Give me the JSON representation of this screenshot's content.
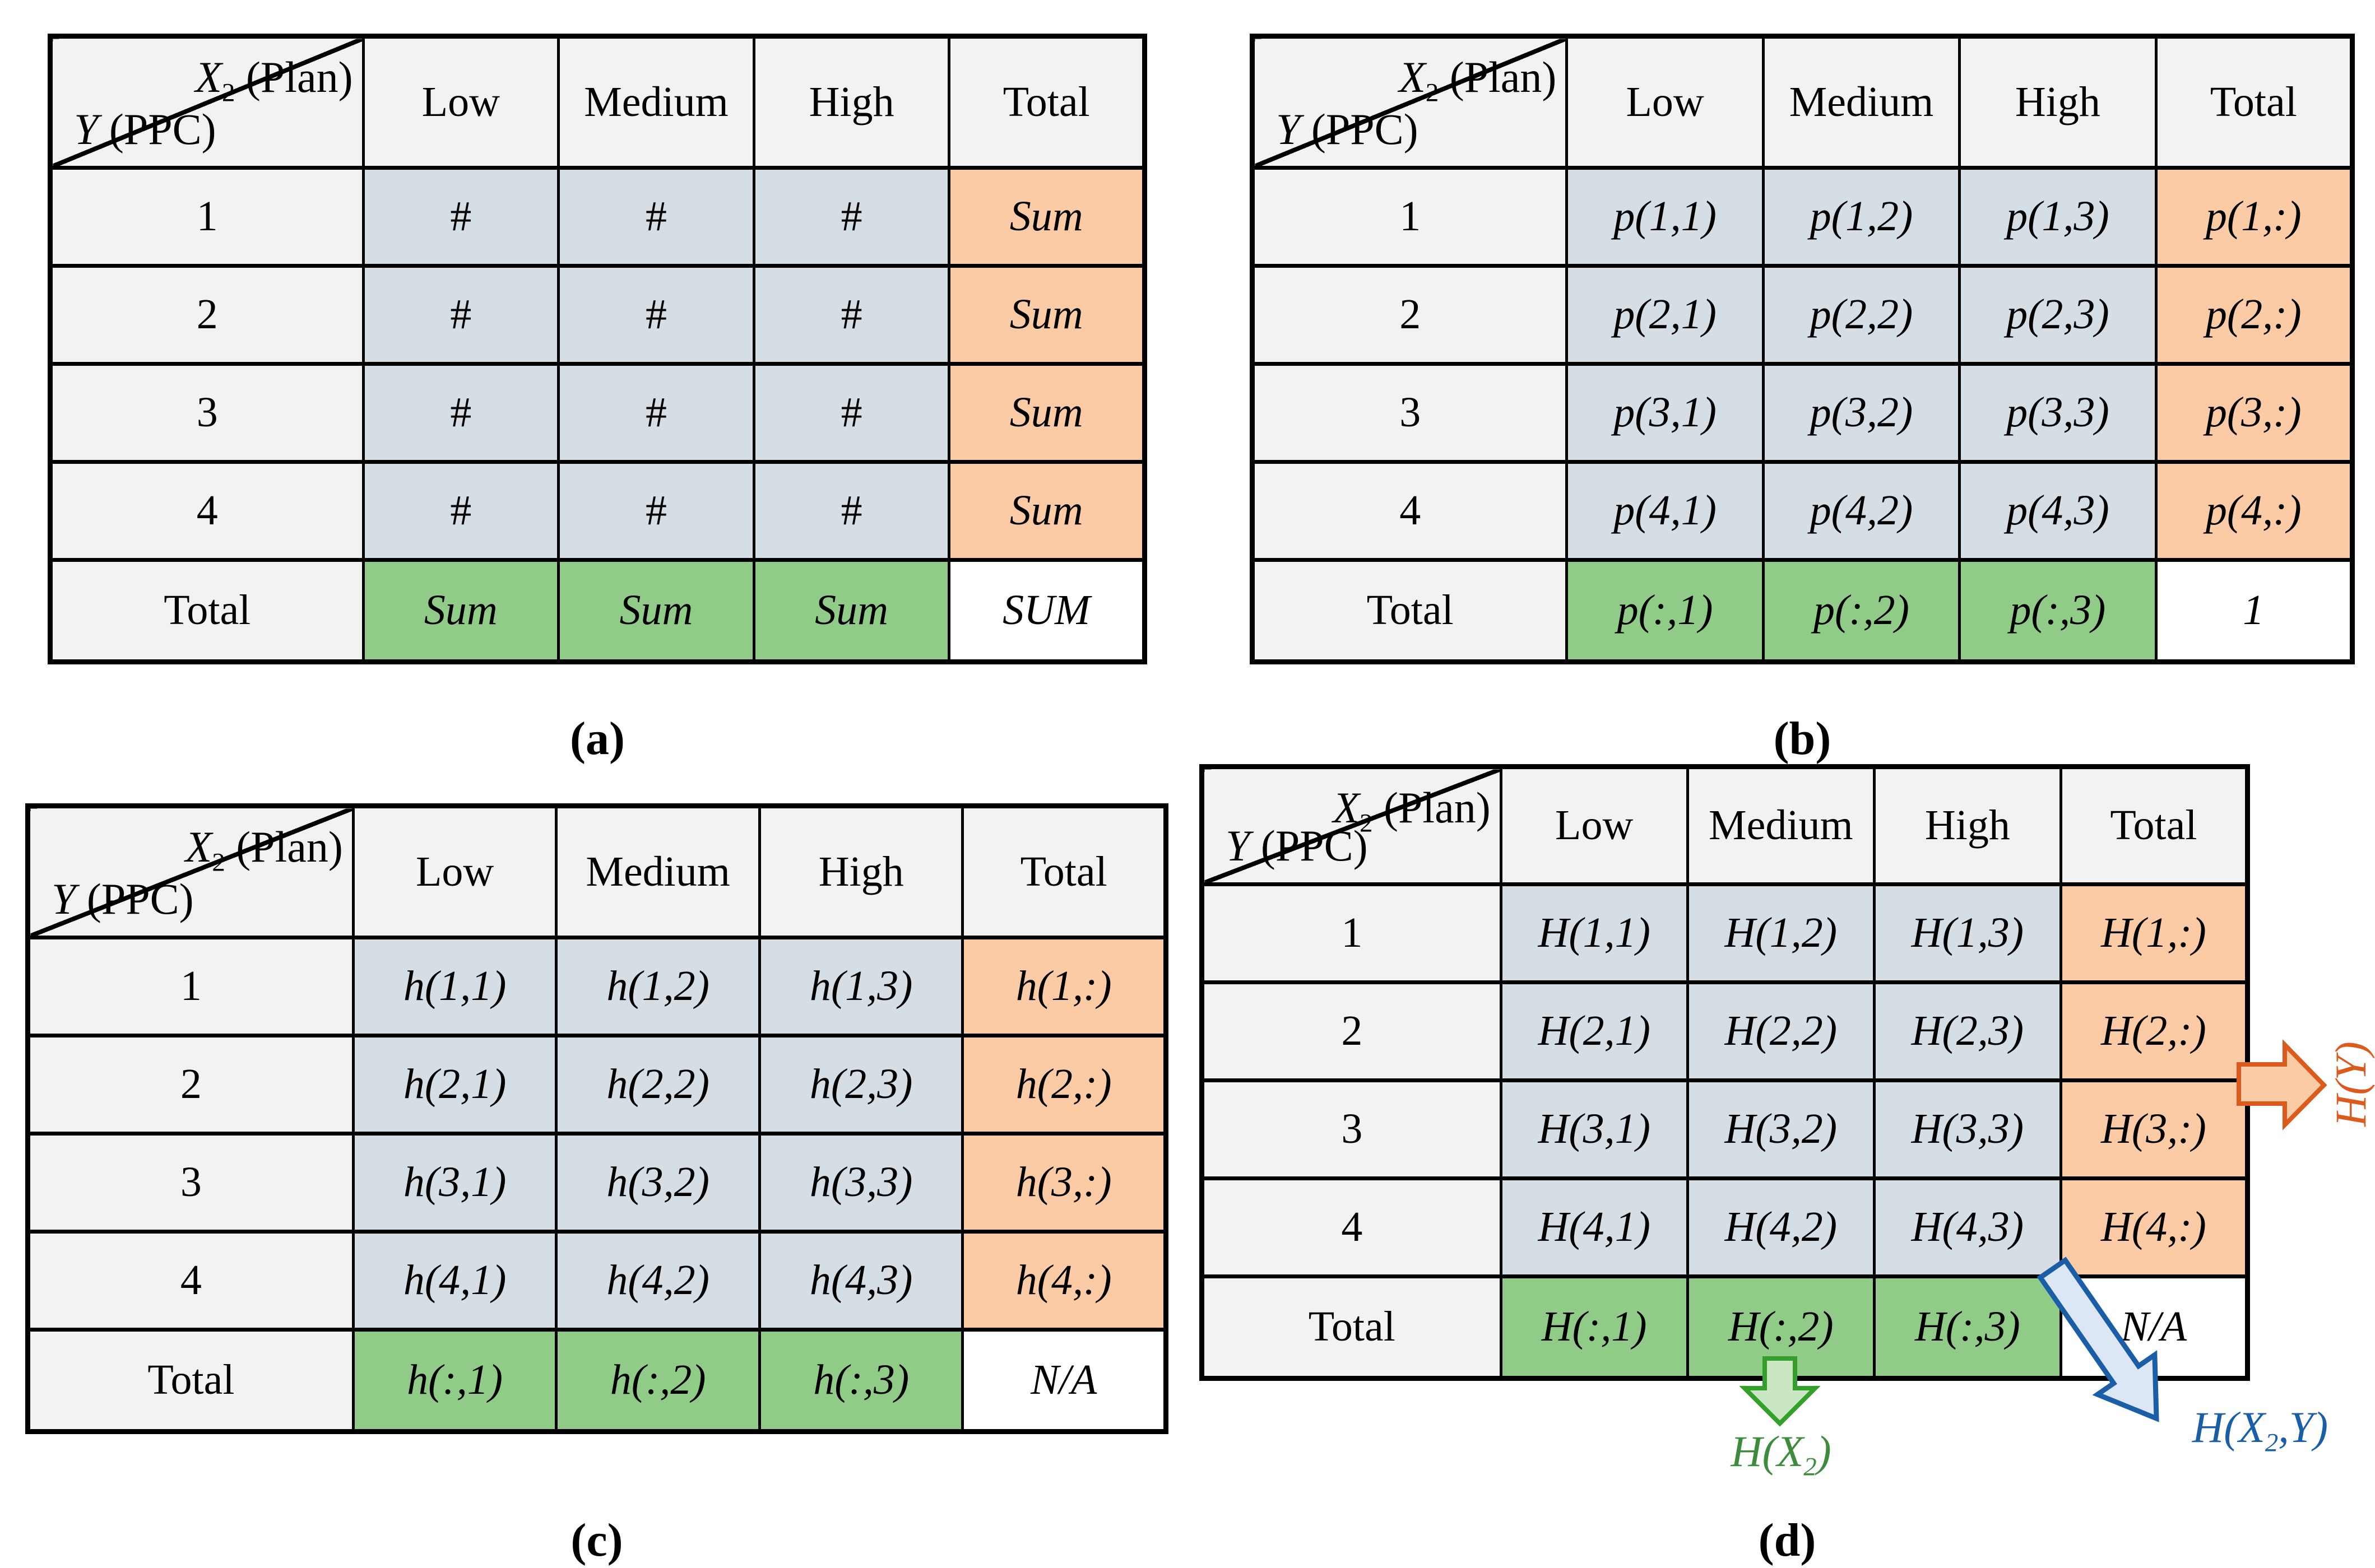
{
  "colors": {
    "cell_blue": "#D5DEE5",
    "cell_orange": "#FBCBA5",
    "cell_green": "#90CC88",
    "header_gray": "#F2F2F2",
    "arrow_orange": "#DC5A1B",
    "arrow_green": "#34A02C",
    "arrow_blue": "#1A5EA8"
  },
  "tables": {
    "a": {
      "corner": {
        "top_var": "X",
        "top_sub": "2",
        "top_rest": " (Plan)",
        "bottom_var": "Y",
        "bottom_rest": " (PPC)"
      },
      "headers": [
        "Low",
        "Medium",
        "High",
        "Total"
      ],
      "rows": [
        {
          "label": "1",
          "cells": [
            "#",
            "#",
            "#",
            "Sum"
          ]
        },
        {
          "label": "2",
          "cells": [
            "#",
            "#",
            "#",
            "Sum"
          ]
        },
        {
          "label": "3",
          "cells": [
            "#",
            "#",
            "#",
            "Sum"
          ]
        },
        {
          "label": "4",
          "cells": [
            "#",
            "#",
            "#",
            "Sum"
          ]
        },
        {
          "label": "Total",
          "cells": [
            "Sum",
            "Sum",
            "Sum",
            "SUM"
          ]
        }
      ],
      "caption": "(a)"
    },
    "b": {
      "corner": {
        "top_var": "X",
        "top_sub": "2",
        "top_rest": " (Plan)",
        "bottom_var": "Y",
        "bottom_rest": " (PPC)"
      },
      "headers": [
        "Low",
        "Medium",
        "High",
        "Total"
      ],
      "rows": [
        {
          "label": "1",
          "cells": [
            "p(1,1)",
            "p(1,2)",
            "p(1,3)",
            "p(1,:)"
          ]
        },
        {
          "label": "2",
          "cells": [
            "p(2,1)",
            "p(2,2)",
            "p(2,3)",
            "p(2,:)"
          ]
        },
        {
          "label": "3",
          "cells": [
            "p(3,1)",
            "p(3,2)",
            "p(3,3)",
            "p(3,:)"
          ]
        },
        {
          "label": "4",
          "cells": [
            "p(4,1)",
            "p(4,2)",
            "p(4,3)",
            "p(4,:)"
          ]
        },
        {
          "label": "Total",
          "cells": [
            "p(:,1)",
            "p(:,2)",
            "p(:,3)",
            "1"
          ]
        }
      ],
      "caption": "(b)"
    },
    "c": {
      "corner": {
        "top_var": "X",
        "top_sub": "2",
        "top_rest": " (Plan)",
        "bottom_var": "Y",
        "bottom_rest": " (PPC)"
      },
      "headers": [
        "Low",
        "Medium",
        "High",
        "Total"
      ],
      "rows": [
        {
          "label": "1",
          "cells": [
            "h(1,1)",
            "h(1,2)",
            "h(1,3)",
            "h(1,:)"
          ]
        },
        {
          "label": "2",
          "cells": [
            "h(2,1)",
            "h(2,2)",
            "h(2,3)",
            "h(2,:)"
          ]
        },
        {
          "label": "3",
          "cells": [
            "h(3,1)",
            "h(3,2)",
            "h(3,3)",
            "h(3,:)"
          ]
        },
        {
          "label": "4",
          "cells": [
            "h(4,1)",
            "h(4,2)",
            "h(4,3)",
            "h(4,:)"
          ]
        },
        {
          "label": "Total",
          "cells": [
            "h(:,1)",
            "h(:,2)",
            "h(:,3)",
            "N/A"
          ]
        }
      ],
      "caption": "(c)"
    },
    "d": {
      "corner": {
        "top_var": "X",
        "top_sub": "2",
        "top_rest": " (Plan)",
        "bottom_var": "Y",
        "bottom_rest": " (PPC)"
      },
      "headers": [
        "Low",
        "Medium",
        "High",
        "Total"
      ],
      "rows": [
        {
          "label": "1",
          "cells": [
            "H(1,1)",
            "H(1,2)",
            "H(1,3)",
            "H(1,:)"
          ]
        },
        {
          "label": "2",
          "cells": [
            "H(2,1)",
            "H(2,2)",
            "H(2,3)",
            "H(2,:)"
          ]
        },
        {
          "label": "3",
          "cells": [
            "H(3,1)",
            "H(3,2)",
            "H(3,3)",
            "H(3,:)"
          ]
        },
        {
          "label": "4",
          "cells": [
            "H(4,1)",
            "H(4,2)",
            "H(4,3)",
            "H(4,:)"
          ]
        },
        {
          "label": "Total",
          "cells": [
            "H(:,1)",
            "H(:,2)",
            "H(:,3)",
            "N/A"
          ]
        }
      ],
      "caption": "(d)",
      "annotations": {
        "right_arrow_label": "H(Y)",
        "down_arrow_label": {
          "pre": "H(X",
          "sub": "2",
          "post": ")"
        },
        "diag_arrow_label": {
          "pre": "H(X",
          "sub": "2",
          "post": ",Y)"
        }
      }
    }
  }
}
